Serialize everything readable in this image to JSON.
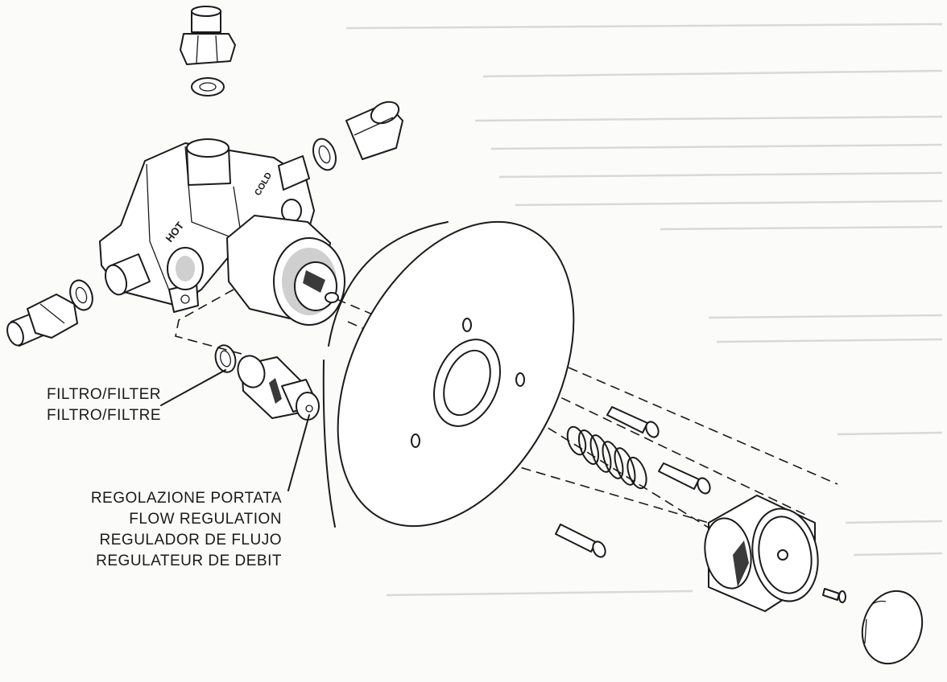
{
  "diagram": {
    "body_markings": [
      "HOT",
      "COLD"
    ],
    "labels": {
      "filter": [
        "FILTRO/FILTER",
        "FILTRO/FILTRE"
      ],
      "flow_regulation": [
        "REGOLAZIONE PORTATA",
        "FLOW REGULATION",
        "REGULADOR DE FLUJO",
        "REGULATEUR DE DEBIT"
      ]
    }
  }
}
